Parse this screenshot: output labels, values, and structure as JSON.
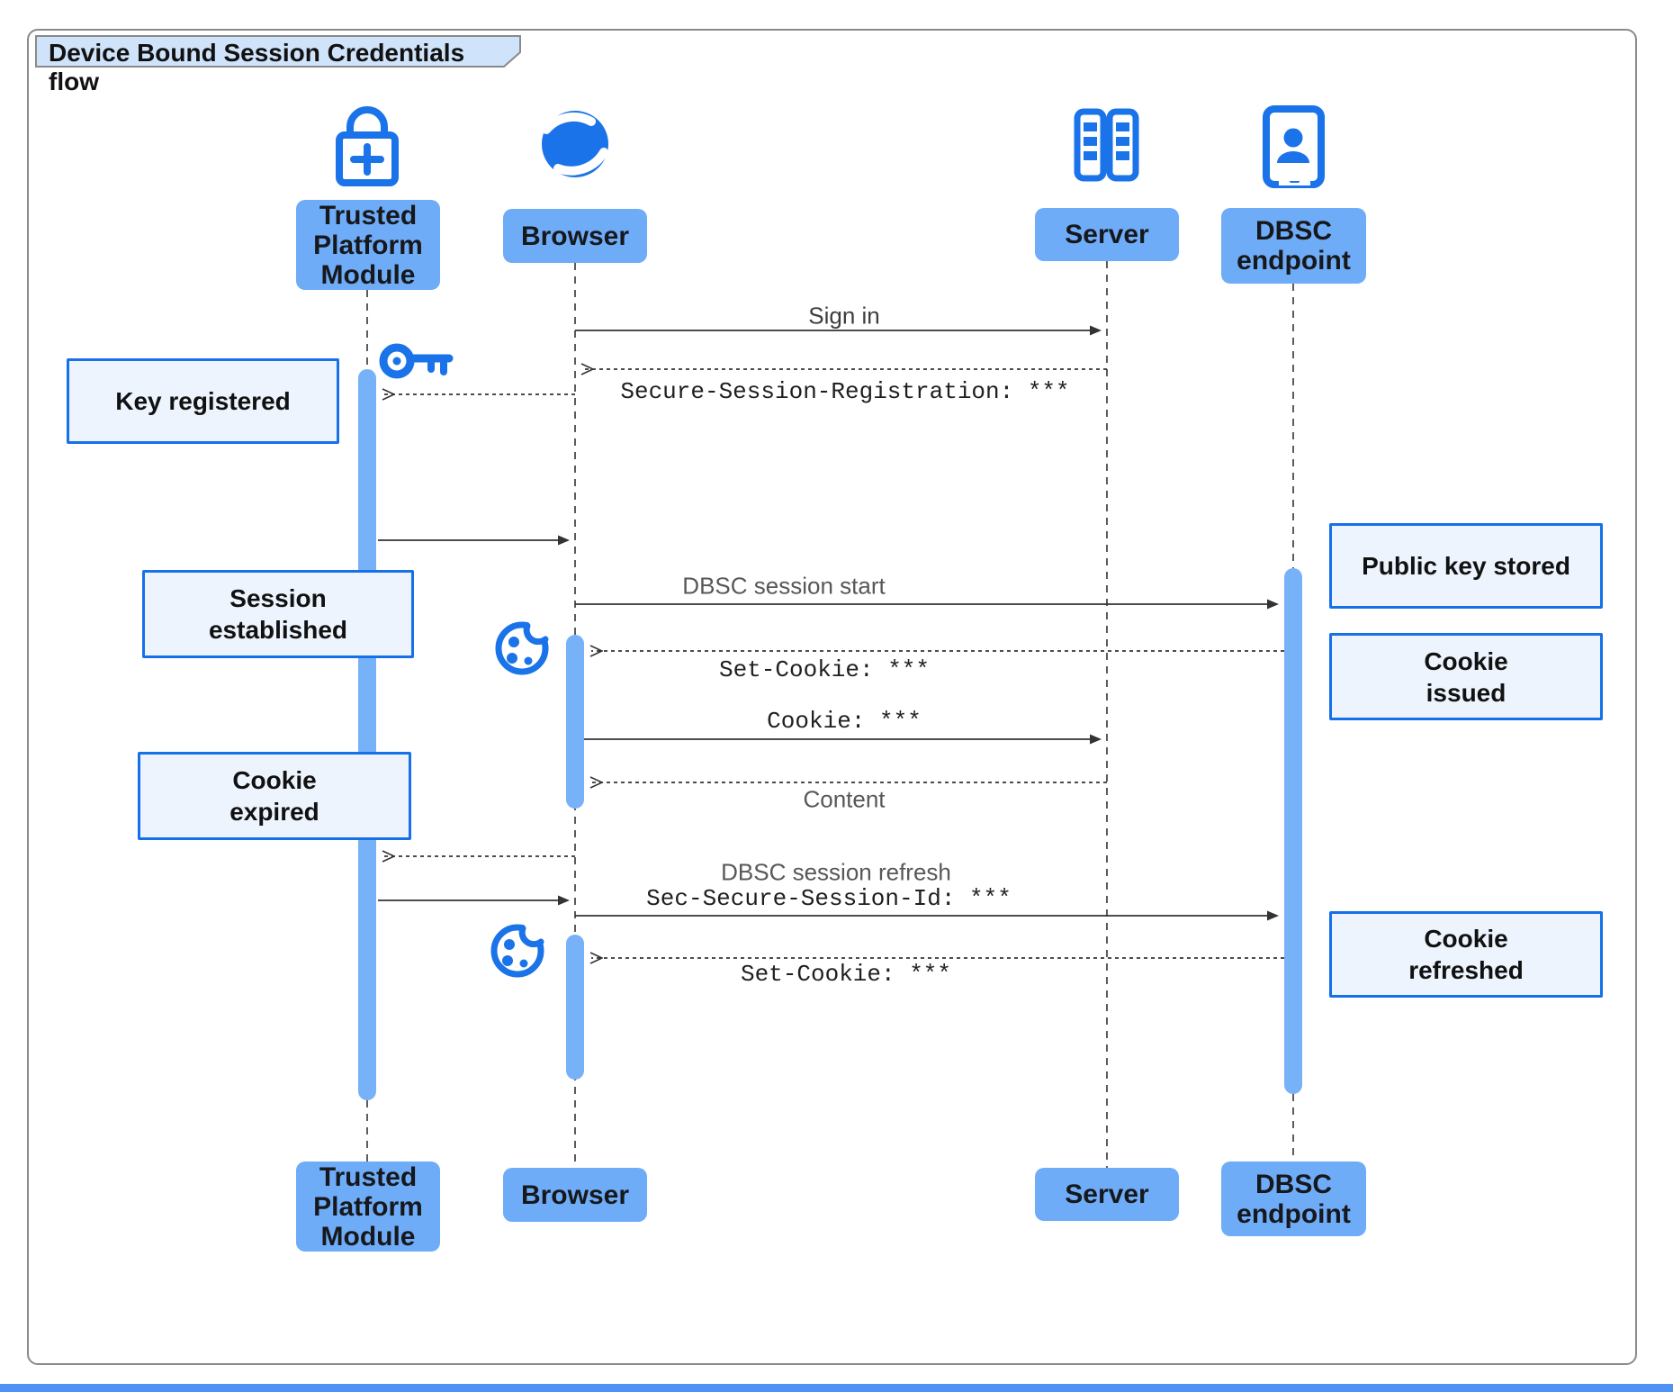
{
  "title": "Device Bound Session Credentials flow",
  "actors": [
    {
      "label": "Trusted\nPlatform\nModule",
      "icon": "lock-plus-icon"
    },
    {
      "label": "Browser",
      "icon": "globe-icon"
    },
    {
      "label": "Server",
      "icon": "server-racks-icon"
    },
    {
      "label": "DBSC\nendpoint",
      "icon": "kiosk-person-icon"
    }
  ],
  "messages": {
    "sign_in": "Sign in",
    "secure_session_registration": "Secure-Session-Registration: ***",
    "dbsc_session_start": "DBSC session start",
    "set_cookie_1": "Set-Cookie: ***",
    "cookie": "Cookie: ***",
    "content": "Content",
    "dbsc_session_refresh": "DBSC session refresh",
    "sec_secure_session_id": "Sec-Secure-Session-Id: ***",
    "set_cookie_2": "Set-Cookie: ***"
  },
  "notes": {
    "key_registered": "Key registered",
    "session_established": "Session\nestablished",
    "cookie_expired": "Cookie\nexpired",
    "public_key_stored": "Public key stored",
    "cookie_issued": "Cookie\nissued",
    "cookie_refreshed": "Cookie\nrefreshed"
  },
  "icons": {
    "tpm": "lock-plus-icon",
    "browser": "globe-icon",
    "server": "server-racks-icon",
    "dbsc": "kiosk-person-icon",
    "key": "key-icon",
    "cookie": "cookie-icon"
  },
  "colors": {
    "accent": "#1A73E8",
    "actor_fill": "#6FACF8",
    "activation_fill": "#77B2F8",
    "note_fill": "#EDF4FD",
    "note_border": "#1670E8",
    "title_fill": "#CFE3FA",
    "bottom_strip": "#4E92F6"
  }
}
